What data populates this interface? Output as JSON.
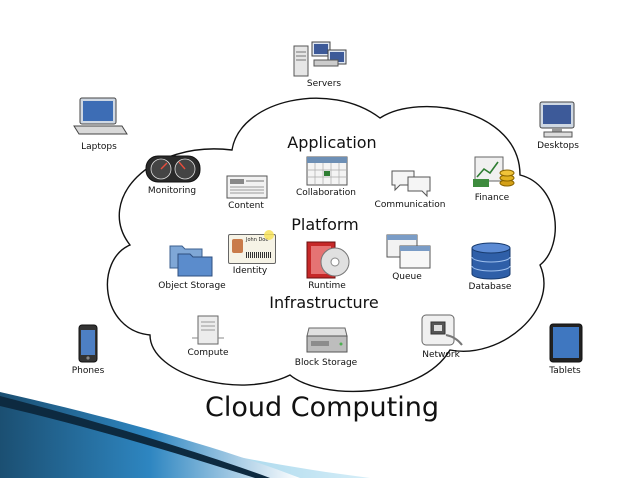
{
  "title": "Cloud Computing",
  "layers": {
    "application": "Application",
    "platform": "Platform",
    "infrastructure": "Infrastructure"
  },
  "clients": {
    "servers": "Servers",
    "laptops": "Laptops",
    "desktops": "Desktops",
    "phones": "Phones",
    "tablets": "Tablets"
  },
  "services": {
    "monitoring": "Monitoring",
    "content": "Content",
    "collaboration": "Collaboration",
    "communication": "Communication",
    "finance": "Finance",
    "identity": "Identity",
    "identity_card_name": "John Doe",
    "object_storage": "Object Storage",
    "runtime": "Runtime",
    "queue": "Queue",
    "database": "Database",
    "compute": "Compute",
    "block_storage": "Block Storage",
    "network": "Network"
  },
  "colors": {
    "accent_dark": "#1b4f72",
    "accent_light": "#5fb3d9",
    "outline": "#111111"
  }
}
